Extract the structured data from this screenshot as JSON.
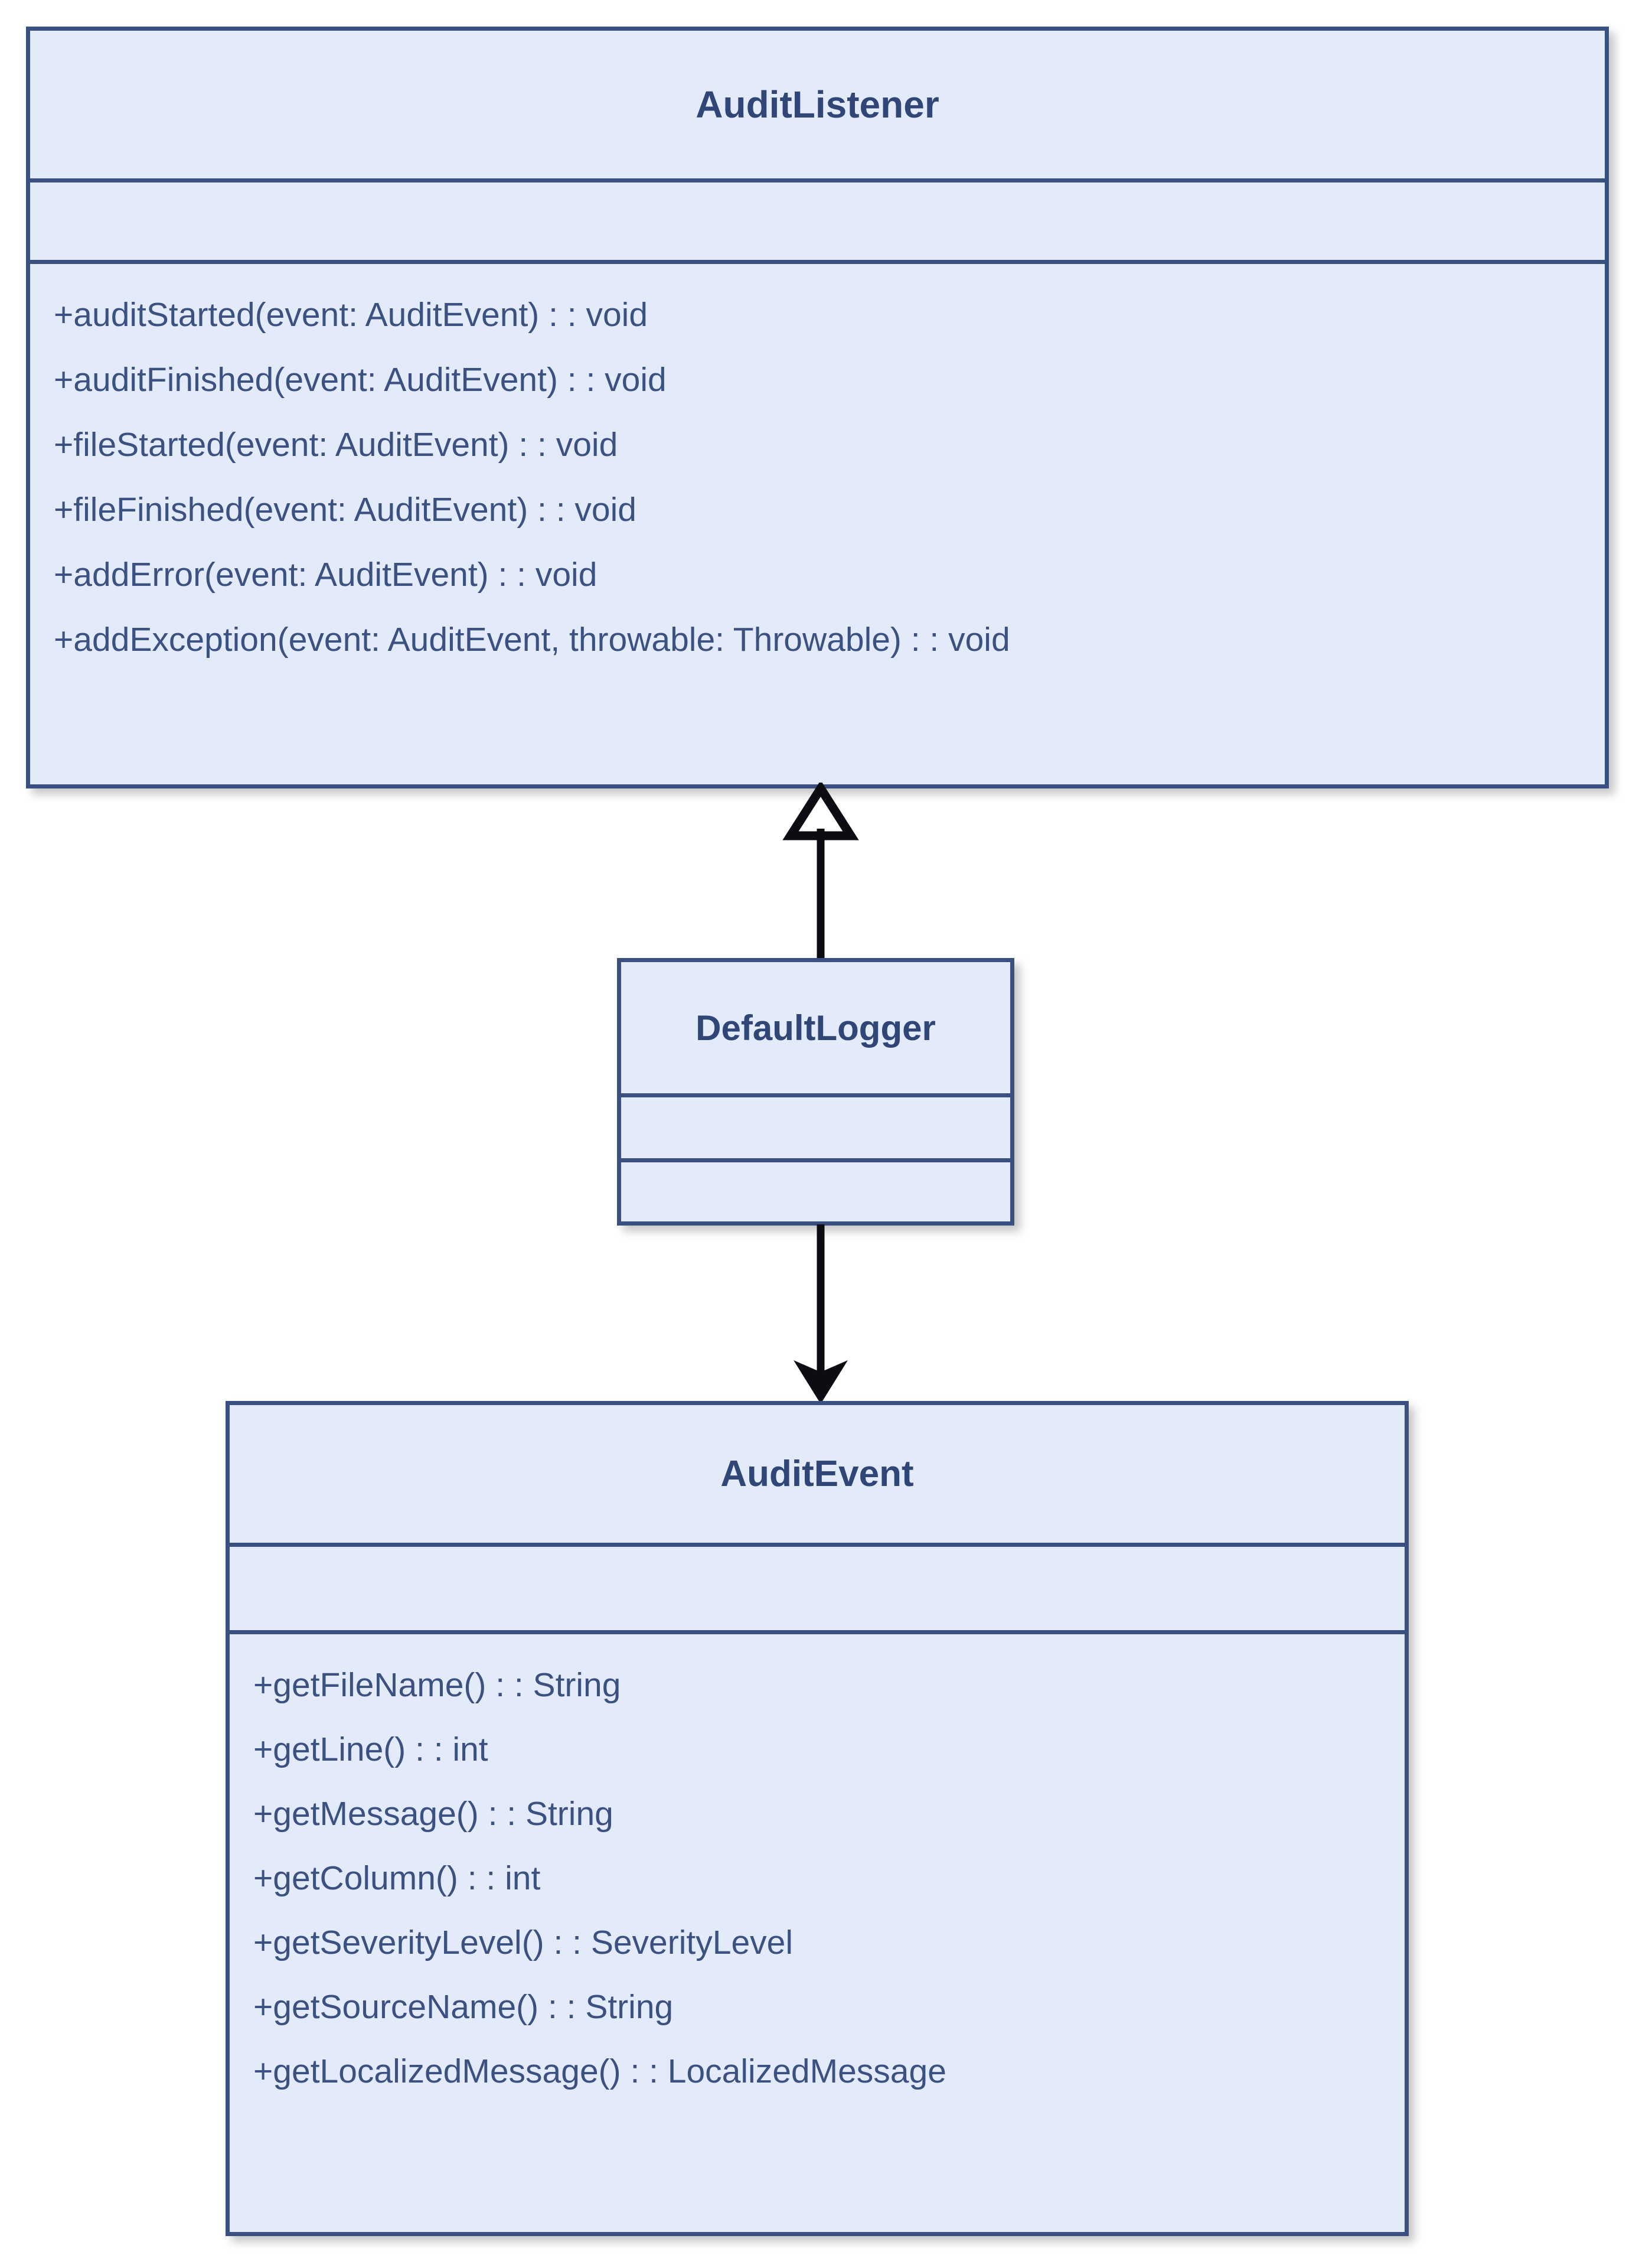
{
  "diagram": {
    "type": "uml-class-diagram",
    "background_color": "#ffffff",
    "box_fill_color": "#e3eafa",
    "box_border_color": "#3a5080",
    "text_color": "#3b5181",
    "title_color": "#2f4677",
    "connector_color": "#000000"
  },
  "classes": {
    "audit_listener": {
      "name": "AuditListener",
      "attributes": [],
      "methods": [
        "+auditStarted(event: AuditEvent) : : void",
        "+auditFinished(event: AuditEvent) : : void",
        "+fileStarted(event: AuditEvent) : : void",
        "+fileFinished(event: AuditEvent) : : void",
        "+addError(event: AuditEvent) : : void",
        "+addException(event: AuditEvent, throwable: Throwable) : : void"
      ]
    },
    "default_logger": {
      "name": "DefaultLogger",
      "attributes": [],
      "methods": []
    },
    "audit_event": {
      "name": "AuditEvent",
      "attributes": [],
      "methods": [
        "+getFileName() : : String",
        "+getLine() : : int",
        "+getMessage() : : String",
        "+getColumn() : : int",
        "+getSeverityLevel() : : SeverityLevel",
        "+getSourceName() : : String",
        "+getLocalizedMessage() : : LocalizedMessage"
      ]
    }
  },
  "relationships": [
    {
      "id": "inheritance",
      "kind": "generalization",
      "from": "DefaultLogger",
      "to": "AuditListener",
      "arrowhead": "hollow-triangle",
      "direction": "up"
    },
    {
      "id": "dependency",
      "kind": "association",
      "from": "DefaultLogger",
      "to": "AuditEvent",
      "arrowhead": "solid-arrow",
      "direction": "down"
    }
  ]
}
